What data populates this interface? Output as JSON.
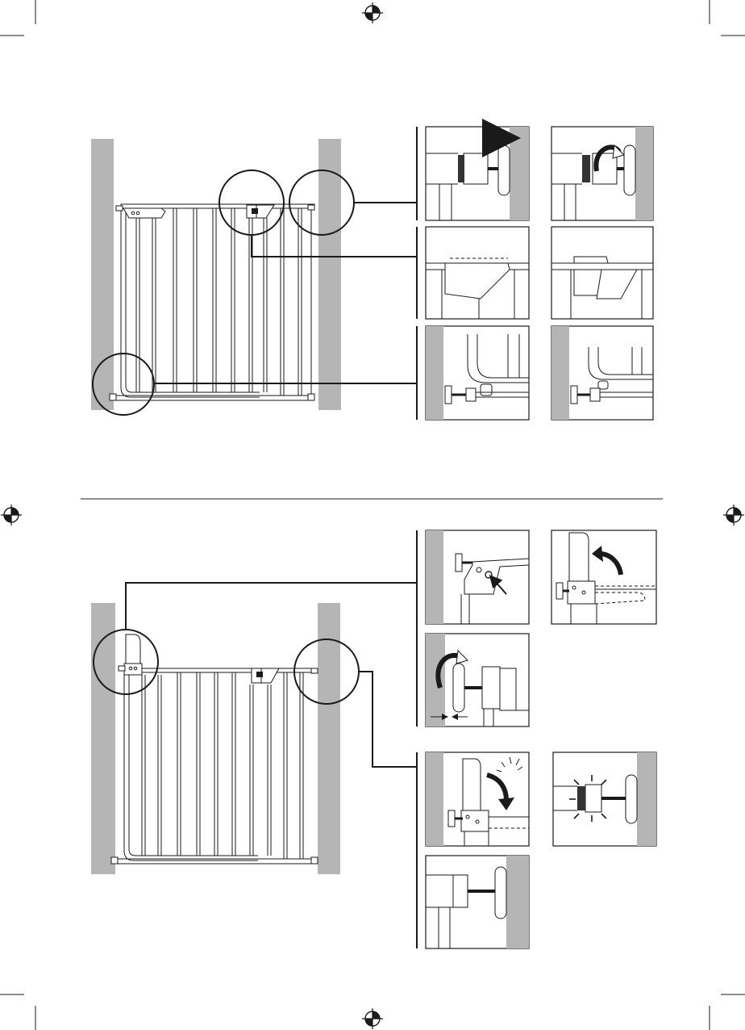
{
  "page": {
    "kind": "gate installation instruction sheet",
    "has_text": false
  },
  "icons": {
    "registration_mark": "crosshair-circle-icon",
    "push_arrow": "right-arrow-icon",
    "rotate_arrow": "curved-rotate-arrow-icon",
    "lift_arrow": "curved-lift-arrow-icon",
    "lower_arrow": "curved-lower-arrow-icon",
    "press_arrow": "diagonal-arrow-icon"
  },
  "colors": {
    "wall": "#b5b5b5",
    "line": "#1a1a1a",
    "background": "#ffffff"
  },
  "sections": {
    "top": {
      "step_images": 6
    },
    "bottom": {
      "step_images": 6
    }
  }
}
